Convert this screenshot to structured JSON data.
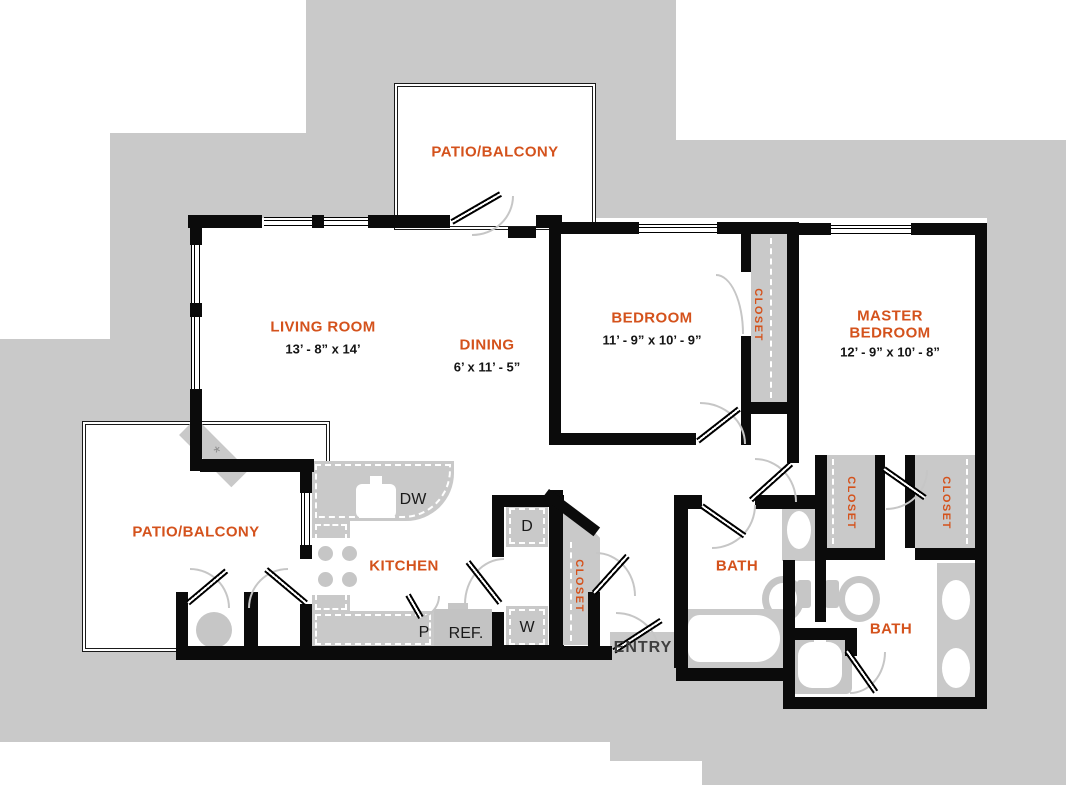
{
  "colors": {
    "accent": "#D4521C",
    "background_gray": "#C9C9C9",
    "wall_black": "#0B0B0B",
    "dimension_text": "#141414",
    "entry_text": "#3F3F3F"
  },
  "rooms": {
    "patio_top": {
      "label": "PATIO/BALCONY"
    },
    "living_room": {
      "label": "LIVING ROOM",
      "dimensions": "13’ - 8” x 14’"
    },
    "dining": {
      "label": "DINING",
      "dimensions": "6’ x 11’ - 5”"
    },
    "bedroom": {
      "label": "BEDROOM",
      "dimensions": "11’ - 9” x 10’ - 9”"
    },
    "master_bedroom": {
      "label_line1": "MASTER",
      "label_line2": "BEDROOM",
      "dimensions": "12’ - 9” x 10’ - 8”"
    },
    "kitchen": {
      "label": "KITCHEN"
    },
    "patio_left": {
      "label": "PATIO/BALCONY"
    },
    "bath_hall": {
      "label": "BATH"
    },
    "bath_master": {
      "label": "BATH"
    },
    "entry": {
      "label": "ENTRY"
    }
  },
  "closets": {
    "bedroom_closet": "CLOSET",
    "hall_closet": "CLOSET",
    "master_closet_left": "CLOSET",
    "master_closet_right": "CLOSET"
  },
  "appliances": {
    "dishwasher": "DW",
    "dryer": "D",
    "washer": "W",
    "pantry": "P",
    "refrigerator": "REF.",
    "fireplace_marker": "*"
  }
}
